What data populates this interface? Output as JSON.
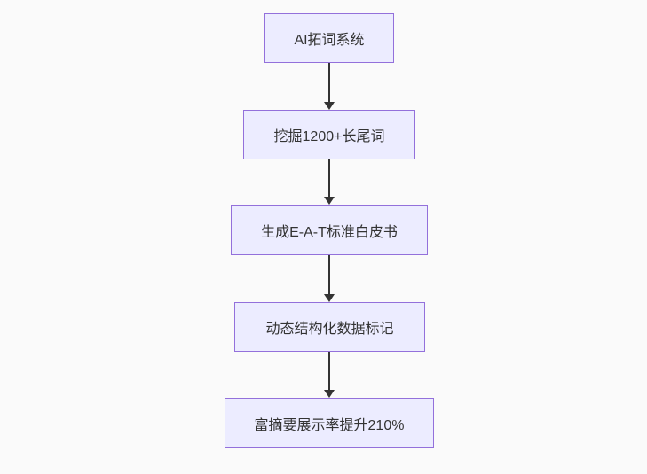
{
  "flowchart": {
    "type": "flowchart",
    "direction": "top-down",
    "nodes": [
      {
        "id": "A",
        "label": "AI拓词系统"
      },
      {
        "id": "B",
        "label": "挖掘1200+长尾词"
      },
      {
        "id": "C",
        "label": "生成E-A-T标准白皮书"
      },
      {
        "id": "D",
        "label": "动态结构化数据标记"
      },
      {
        "id": "E",
        "label": "富摘要展示率提升210%"
      }
    ],
    "edges": [
      {
        "from": "A",
        "to": "B"
      },
      {
        "from": "B",
        "to": "C"
      },
      {
        "from": "C",
        "to": "D"
      },
      {
        "from": "D",
        "to": "E"
      }
    ],
    "colors": {
      "node_fill": "#ececff",
      "node_border": "#9370db",
      "arrow": "#333333",
      "text": "#333333",
      "background": "#fafafa"
    }
  }
}
